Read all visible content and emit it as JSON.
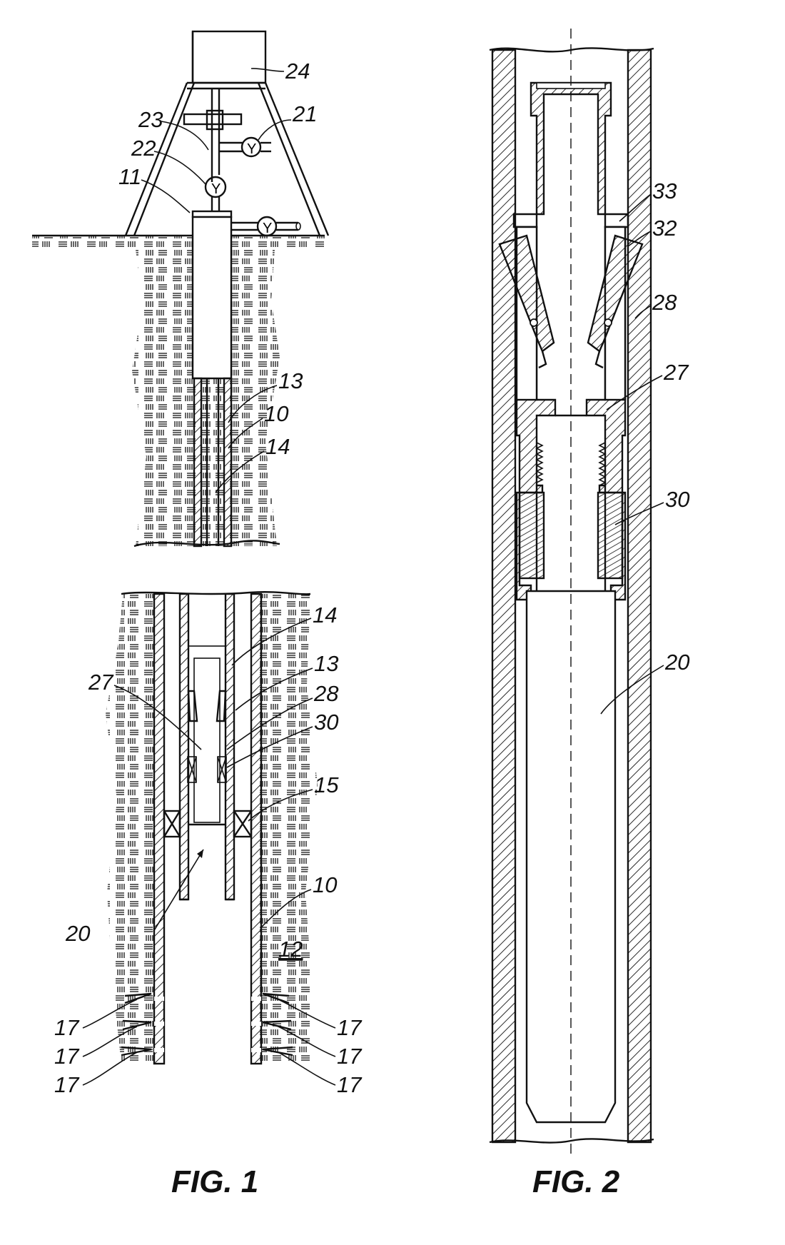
{
  "figures": [
    {
      "id": "fig1",
      "caption": "FIG. 1",
      "labels": [
        "24",
        "23",
        "21",
        "22",
        "11",
        "13",
        "10",
        "14",
        "14",
        "27",
        "13",
        "28",
        "30",
        "15",
        "10",
        "20",
        "12",
        "17",
        "17",
        "17",
        "17",
        "17",
        "17"
      ]
    },
    {
      "id": "fig2",
      "caption": "FIG. 2",
      "labels": [
        "33",
        "32",
        "28",
        "27",
        "30",
        "20"
      ]
    }
  ],
  "fig1": {
    "top": {
      "l24": "24",
      "l23": "23",
      "l21": "21",
      "l22": "22",
      "l11": "11",
      "l13": "13",
      "l10": "10",
      "l14": "14"
    },
    "bottom": {
      "l14": "14",
      "l27": "27",
      "l13": "13",
      "l28": "28",
      "l30": "30",
      "l15": "15",
      "l10": "10",
      "l20": "20",
      "l12": "12",
      "l17a": "17",
      "l17b": "17",
      "l17c": "17",
      "l17d": "17",
      "l17e": "17",
      "l17f": "17"
    },
    "valve_symbol": "Y"
  },
  "fig2": {
    "l33": "33",
    "l32": "32",
    "l28": "28",
    "l27": "27",
    "l30": "30",
    "l20": "20"
  },
  "icons": [
    "valve-icon",
    "packer-icon",
    "perforation-icon"
  ]
}
